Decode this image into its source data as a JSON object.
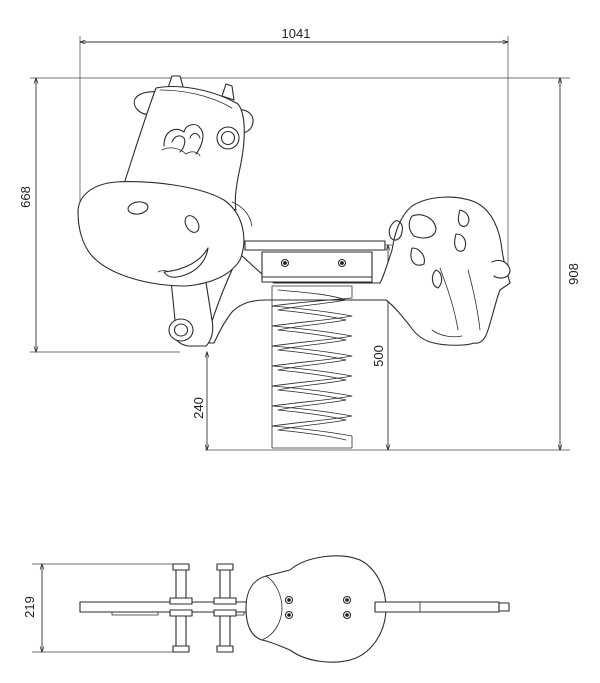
{
  "dimensions": {
    "overall_width": "1041",
    "head_height": "668",
    "overall_height": "908",
    "seat_height": "500",
    "ground_clearance": "240",
    "plan_width": "219"
  },
  "colors": {
    "line": "#2b2b2b",
    "background": "#ffffff"
  }
}
